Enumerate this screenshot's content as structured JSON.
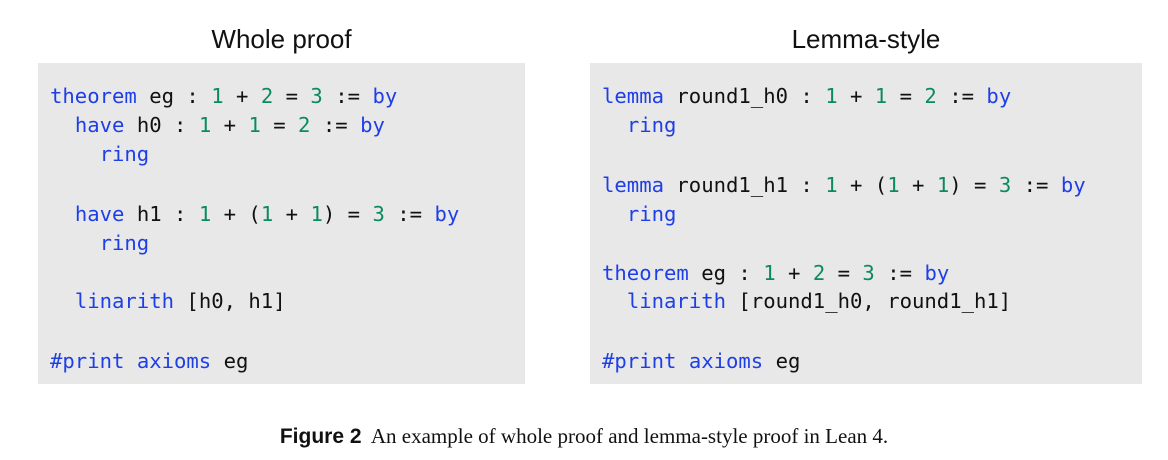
{
  "panels": {
    "left": {
      "title": "Whole proof",
      "lines": [
        [
          {
            "t": "theorem",
            "c": "kw"
          },
          {
            "t": " eg : ",
            "c": "txt"
          },
          {
            "t": "1",
            "c": "num"
          },
          {
            "t": " + ",
            "c": "txt"
          },
          {
            "t": "2",
            "c": "num"
          },
          {
            "t": " = ",
            "c": "txt"
          },
          {
            "t": "3",
            "c": "num"
          },
          {
            "t": " := ",
            "c": "txt"
          },
          {
            "t": "by",
            "c": "kw"
          }
        ],
        [
          {
            "t": "  ",
            "c": "txt"
          },
          {
            "t": "have",
            "c": "kw"
          },
          {
            "t": " h0 : ",
            "c": "txt"
          },
          {
            "t": "1",
            "c": "num"
          },
          {
            "t": " + ",
            "c": "txt"
          },
          {
            "t": "1",
            "c": "num"
          },
          {
            "t": " = ",
            "c": "txt"
          },
          {
            "t": "2",
            "c": "num"
          },
          {
            "t": " := ",
            "c": "txt"
          },
          {
            "t": "by",
            "c": "kw"
          }
        ],
        [
          {
            "t": "    ",
            "c": "txt"
          },
          {
            "t": "ring",
            "c": "kw"
          }
        ],
        [],
        [
          {
            "t": "  ",
            "c": "txt"
          },
          {
            "t": "have",
            "c": "kw"
          },
          {
            "t": " h1 : ",
            "c": "txt"
          },
          {
            "t": "1",
            "c": "num"
          },
          {
            "t": " + (",
            "c": "txt"
          },
          {
            "t": "1",
            "c": "num"
          },
          {
            "t": " + ",
            "c": "txt"
          },
          {
            "t": "1",
            "c": "num"
          },
          {
            "t": ") = ",
            "c": "txt"
          },
          {
            "t": "3",
            "c": "num"
          },
          {
            "t": " := ",
            "c": "txt"
          },
          {
            "t": "by",
            "c": "kw"
          }
        ],
        [
          {
            "t": "    ",
            "c": "txt"
          },
          {
            "t": "ring",
            "c": "kw"
          }
        ],
        [],
        [
          {
            "t": "  ",
            "c": "txt"
          },
          {
            "t": "linarith",
            "c": "kw"
          },
          {
            "t": " [h0, h1]",
            "c": "txt"
          }
        ],
        [],
        [
          {
            "t": "#print",
            "c": "kw"
          },
          {
            "t": " ",
            "c": "txt"
          },
          {
            "t": "axioms",
            "c": "kw"
          },
          {
            "t": " eg",
            "c": "txt"
          }
        ]
      ]
    },
    "right": {
      "title": "Lemma-style",
      "lines": [
        [
          {
            "t": "lemma",
            "c": "kw"
          },
          {
            "t": " round1_h0 : ",
            "c": "txt"
          },
          {
            "t": "1",
            "c": "num"
          },
          {
            "t": " + ",
            "c": "txt"
          },
          {
            "t": "1",
            "c": "num"
          },
          {
            "t": " = ",
            "c": "txt"
          },
          {
            "t": "2",
            "c": "num"
          },
          {
            "t": " := ",
            "c": "txt"
          },
          {
            "t": "by",
            "c": "kw"
          }
        ],
        [
          {
            "t": "  ",
            "c": "txt"
          },
          {
            "t": "ring",
            "c": "kw"
          }
        ],
        [],
        [
          {
            "t": "lemma",
            "c": "kw"
          },
          {
            "t": " round1_h1 : ",
            "c": "txt"
          },
          {
            "t": "1",
            "c": "num"
          },
          {
            "t": " + (",
            "c": "txt"
          },
          {
            "t": "1",
            "c": "num"
          },
          {
            "t": " + ",
            "c": "txt"
          },
          {
            "t": "1",
            "c": "num"
          },
          {
            "t": ") = ",
            "c": "txt"
          },
          {
            "t": "3",
            "c": "num"
          },
          {
            "t": " := ",
            "c": "txt"
          },
          {
            "t": "by",
            "c": "kw"
          }
        ],
        [
          {
            "t": "  ",
            "c": "txt"
          },
          {
            "t": "ring",
            "c": "kw"
          }
        ],
        [],
        [
          {
            "t": "theorem",
            "c": "kw"
          },
          {
            "t": " eg : ",
            "c": "txt"
          },
          {
            "t": "1",
            "c": "num"
          },
          {
            "t": " + ",
            "c": "txt"
          },
          {
            "t": "2",
            "c": "num"
          },
          {
            "t": " = ",
            "c": "txt"
          },
          {
            "t": "3",
            "c": "num"
          },
          {
            "t": " := ",
            "c": "txt"
          },
          {
            "t": "by",
            "c": "kw"
          }
        ],
        [
          {
            "t": "  ",
            "c": "txt"
          },
          {
            "t": "linarith",
            "c": "kw"
          },
          {
            "t": " [round1_h0, round1_h1]",
            "c": "txt"
          }
        ],
        [],
        [
          {
            "t": "#print",
            "c": "kw"
          },
          {
            "t": " ",
            "c": "txt"
          },
          {
            "t": "axioms",
            "c": "kw"
          },
          {
            "t": " eg",
            "c": "txt"
          }
        ]
      ]
    }
  },
  "caption": {
    "label": "Figure 2",
    "text": "An example of whole proof and lemma-style proof in Lean 4."
  },
  "colors": {
    "keyword": "#1f3fe6",
    "number": "#0b8a62",
    "text": "#111111",
    "code_background": "#e8e8e8"
  }
}
